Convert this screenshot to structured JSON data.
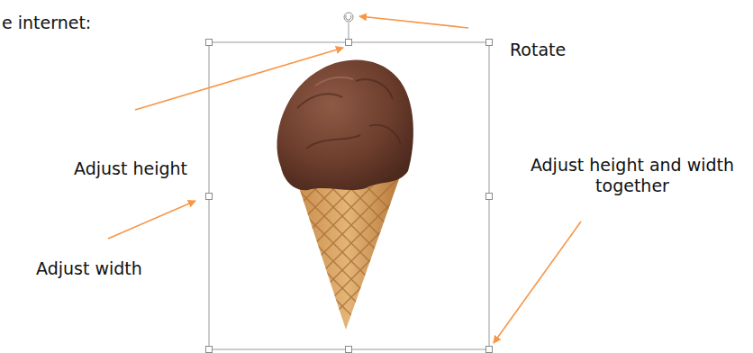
{
  "diagram": {
    "labels": [
      "e internet:",
      "Rotate",
      "Adjust height",
      "Adjust width",
      "Adjust height and width together"
    ]
  }
}
